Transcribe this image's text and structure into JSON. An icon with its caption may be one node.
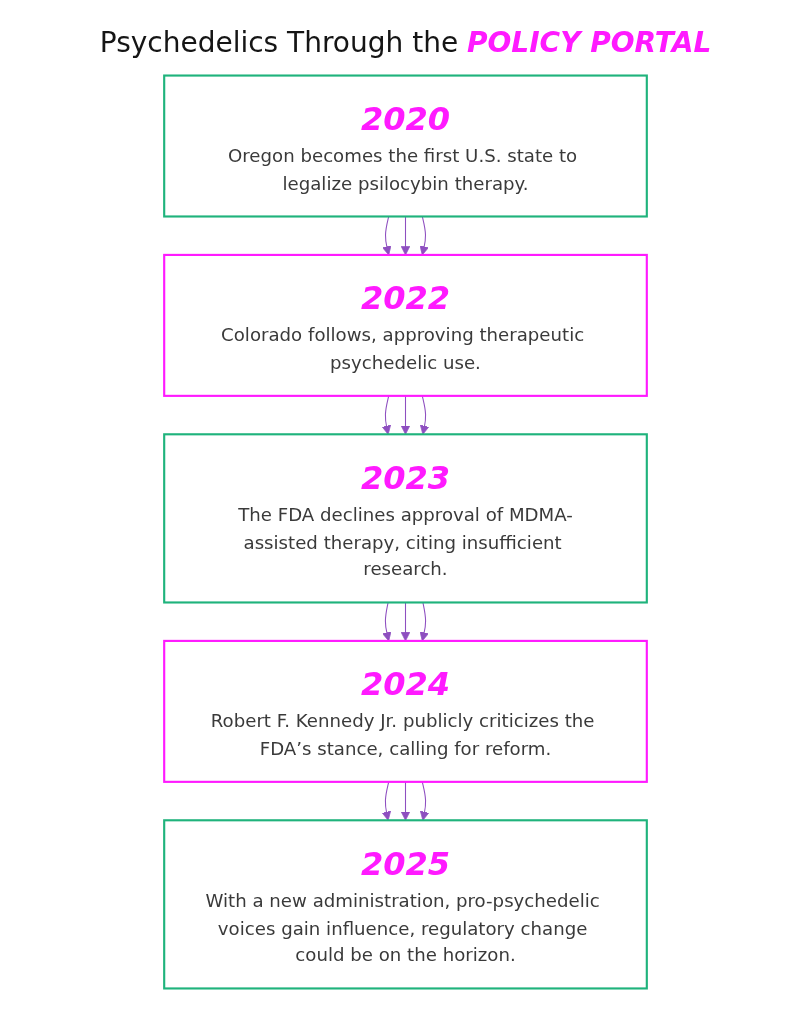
{
  "diagram": {
    "title": "Psychedelics Through the **POLICY PORTAL**",
    "nodes": [
      {
        "text": [
          "2020",
          "Oregon becomes the first U.S. state to legalize psilocybin therapy."
        ]
      },
      {
        "text": [
          "2022",
          "Colorado follows, approving therapeutic psychedelic use."
        ]
      },
      {
        "text": [
          "2023",
          "The FDA declines approval of MDMA-assisted therapy, citing insufficient research."
        ]
      },
      {
        "text": [
          "2024",
          "Robert F. Kennedy Jr. publicly criticizes the FDA’s stance, calling for reform."
        ]
      },
      {
        "text": [
          "2025",
          "With a new administration, pro-psychedelic voices gain influence, regulatory change could be on the horizon."
        ]
      }
    ],
    "edges": [
      {
        "from": 0,
        "to": 1,
        "arrow": "to"
      },
      {
        "from": 0,
        "to": 1,
        "arrow": "to"
      },
      {
        "from": 0,
        "to": 1,
        "arrow": "to"
      },
      {
        "from": 1,
        "to": 2,
        "arrow": "to"
      },
      {
        "from": 1,
        "to": 2,
        "arrow": "to"
      },
      {
        "from": 1,
        "to": 2,
        "arrow": "to"
      },
      {
        "from": 2,
        "to": 3,
        "arrow": "to"
      },
      {
        "from": 2,
        "to": 3,
        "arrow": "to"
      },
      {
        "from": 2,
        "to": 3,
        "arrow": "to"
      },
      {
        "from": 3,
        "to": 4,
        "arrow": "to"
      },
      {
        "from": 3,
        "to": 4,
        "arrow": "to"
      },
      {
        "from": 3,
        "to": 4,
        "arrow": "to"
      }
    ]
  }
}
